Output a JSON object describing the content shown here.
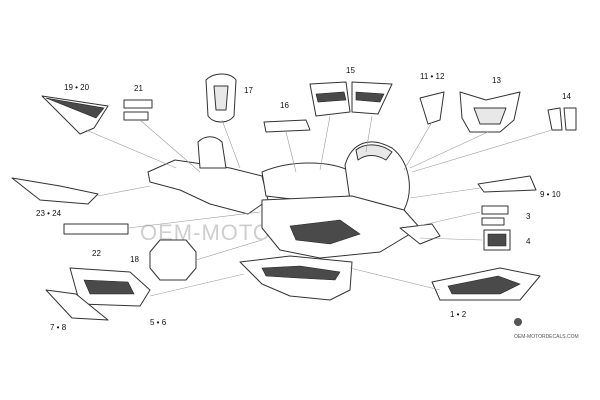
{
  "callouts": {
    "c1_2": "1 • 2",
    "c3": "3",
    "c4": "4",
    "c5_6": "5 • 6",
    "c7_8": "7 • 8",
    "c9_10": "9 • 10",
    "c11_12": "11 • 12",
    "c13": "13",
    "c14": "14",
    "c15": "15",
    "c16": "16",
    "c17": "17",
    "c18": "18",
    "c19_20": "19 • 20",
    "c21": "21",
    "c22": "22",
    "c23_24": "23 • 24"
  },
  "watermark": {
    "text": "OEM-MOTORDECALS",
    "footer": "OEM-MOTORDECALS.COM"
  },
  "colors": {
    "outline": "#333333",
    "leader": "#9a9a9a",
    "watermark": "#cfcfcf"
  }
}
